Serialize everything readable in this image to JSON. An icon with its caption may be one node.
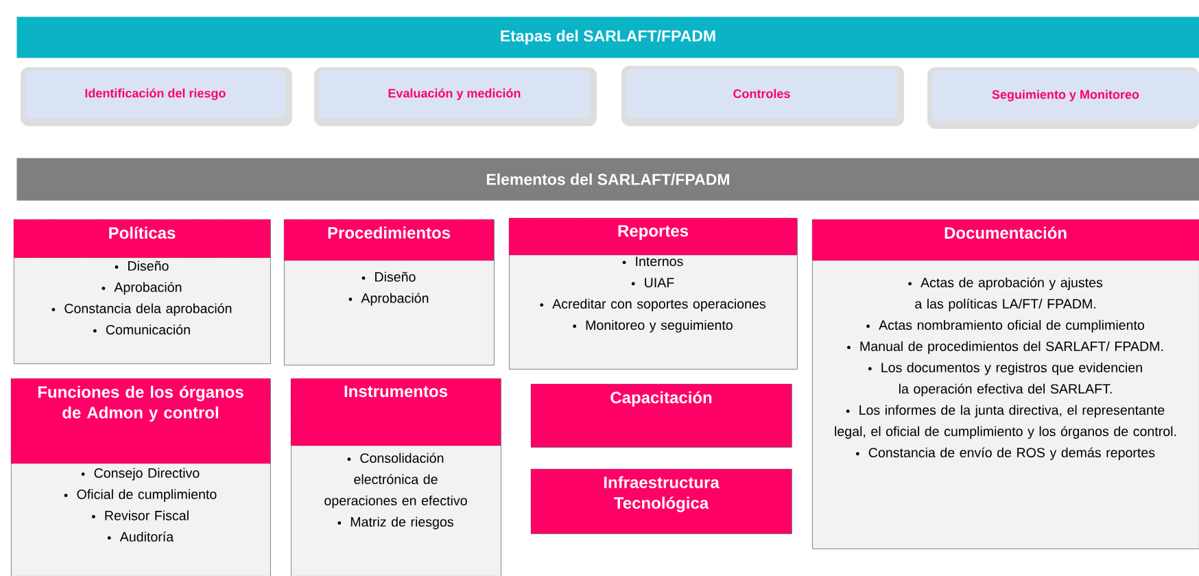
{
  "diagram": {
    "nodes": [
      {
        "text": [
          "Etapas del SARLAFT/FPADM"
        ]
      },
      {
        "text": [
          "Identificación del riesgo"
        ]
      },
      {
        "text": [
          "Evaluación y medición"
        ]
      },
      {
        "text": [
          "Controles"
        ]
      },
      {
        "text": [
          "Seguimiento y Monitoreo"
        ]
      },
      {
        "text": [
          "Elementos del SARLAFT/FPADM"
        ]
      },
      {
        "text": [
          "Políticas",
          "Diseño",
          "Aprobación",
          "Constancia dela aprobación",
          "Comunicación"
        ]
      },
      {
        "text": [
          "Procedimientos",
          "Diseño",
          "Aprobación"
        ]
      },
      {
        "text": [
          "Reportes",
          "Internos",
          "UIAF",
          "Acreditar con soportes operaciones",
          "Monitoreo y seguimiento"
        ]
      },
      {
        "text": [
          "Documentación",
          "Actas de aprobación y ajustes a las políticas LA/FT/ FPADM.",
          "Actas nombramiento oficial de cumplimiento",
          "Manual de procedimientos del SARLAFT/ FPADM.",
          "Los documentos y registros que evidencien la operación efectiva del SARLAFT.",
          "Los informes de la junta directiva, el representante legal, el oficial de cumplimiento y los órganos de control.",
          "Constancia de envío de ROS y demás reportes"
        ]
      },
      {
        "text": [
          "Funciones de los órganos de Admon y control",
          "Consejo Directivo",
          "Oficial de cumplimiento",
          "Revisor Fiscal",
          "Auditoría"
        ]
      },
      {
        "text": [
          "Instrumentos",
          "Consolidación electrónica de operaciones en efectivo",
          "Matriz de riesgos"
        ]
      },
      {
        "text": [
          "Capacitación"
        ]
      },
      {
        "text": [
          "Infraestructura Tecnológica"
        ]
      }
    ]
  }
}
